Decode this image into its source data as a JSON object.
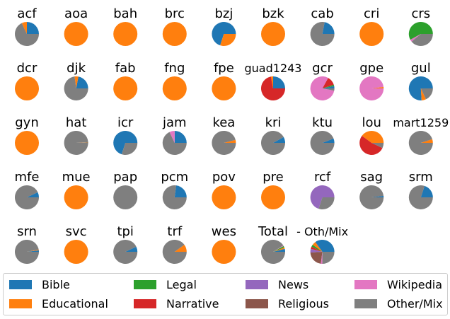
{
  "colors": {
    "Bible": "#1f77b4",
    "Educational": "#ff7f0e",
    "Legal": "#2ca02c",
    "Narrative": "#d62728",
    "News": "#9467bd",
    "Religious": "#8c564b",
    "Wikipedia": "#e377c2",
    "Other/Mix": "#7f7f7f"
  },
  "chart_data": {
    "type": "pie",
    "categories": [
      "Bible",
      "Educational",
      "Legal",
      "Narrative",
      "News",
      "Religious",
      "Wikipedia",
      "Other/Mix"
    ],
    "legend": [
      "Bible",
      "Educational",
      "Legal",
      "Narrative",
      "News",
      "Religious",
      "Wikipedia",
      "Other/Mix"
    ],
    "legend_position": "bottom",
    "pies": [
      {
        "label": "acf",
        "values": [
          0.25,
          0.07,
          0,
          0,
          0,
          0,
          0,
          0.68
        ]
      },
      {
        "label": "aoa",
        "values": [
          0,
          1,
          0,
          0,
          0,
          0,
          0,
          0
        ]
      },
      {
        "label": "bah",
        "values": [
          0,
          1,
          0,
          0,
          0,
          0,
          0,
          0
        ]
      },
      {
        "label": "brc",
        "values": [
          0,
          1,
          0,
          0,
          0,
          0,
          0,
          0
        ]
      },
      {
        "label": "bzj",
        "values": [
          0.7,
          0.3,
          0,
          0,
          0,
          0,
          0,
          0
        ]
      },
      {
        "label": "bzk",
        "values": [
          0,
          1,
          0,
          0,
          0,
          0,
          0,
          0
        ]
      },
      {
        "label": "cab",
        "values": [
          0.22,
          0,
          0,
          0,
          0,
          0,
          0,
          0.78
        ]
      },
      {
        "label": "cri",
        "values": [
          0,
          1,
          0,
          0,
          0,
          0,
          0,
          0
        ]
      },
      {
        "label": "crs",
        "values": [
          0,
          0,
          0.58,
          0,
          0,
          0,
          0.03,
          0.39
        ]
      },
      {
        "label": "dcr",
        "values": [
          0,
          1,
          0,
          0,
          0,
          0,
          0,
          0
        ]
      },
      {
        "label": "djk",
        "values": [
          0.22,
          0.05,
          0,
          0,
          0,
          0,
          0,
          0.73
        ]
      },
      {
        "label": "fab",
        "values": [
          0,
          1,
          0,
          0,
          0,
          0,
          0,
          0
        ]
      },
      {
        "label": "fng",
        "values": [
          0,
          1,
          0,
          0,
          0,
          0,
          0,
          0
        ]
      },
      {
        "label": "fpe",
        "values": [
          0,
          1,
          0,
          0,
          0,
          0,
          0,
          0
        ]
      },
      {
        "label": "guad1243",
        "values": [
          0.25,
          0.03,
          0,
          0.72,
          0,
          0,
          0,
          0
        ]
      },
      {
        "label": "gcr",
        "values": [
          0.03,
          0,
          0.02,
          0.12,
          0,
          0,
          0.8,
          0.03
        ]
      },
      {
        "label": "gpe",
        "values": [
          0,
          0.02,
          0,
          0,
          0,
          0,
          0.98,
          0
        ]
      },
      {
        "label": "gul",
        "values": [
          0.76,
          0.06,
          0,
          0,
          0,
          0,
          0,
          0.18
        ]
      },
      {
        "label": "gyn",
        "values": [
          0,
          1,
          0,
          0,
          0,
          0,
          0,
          0
        ]
      },
      {
        "label": "hat",
        "values": [
          0.005,
          0.005,
          0,
          0,
          0,
          0,
          0,
          0.99
        ]
      },
      {
        "label": "icr",
        "values": [
          0.7,
          0,
          0,
          0,
          0,
          0,
          0,
          0.3
        ]
      },
      {
        "label": "jam",
        "values": [
          0.25,
          0,
          0,
          0,
          0,
          0,
          0.07,
          0.68
        ]
      },
      {
        "label": "kea",
        "values": [
          0,
          0.04,
          0,
          0,
          0,
          0,
          0,
          0.96
        ]
      },
      {
        "label": "kri",
        "values": [
          0.08,
          0,
          0,
          0,
          0,
          0,
          0,
          0.92
        ]
      },
      {
        "label": "ktu",
        "values": [
          0.06,
          0,
          0,
          0,
          0,
          0,
          0,
          0.94
        ]
      },
      {
        "label": "lou",
        "values": [
          0,
          0.4,
          0,
          0.53,
          0,
          0,
          0,
          0.07
        ]
      },
      {
        "label": "mart1259",
        "values": [
          0,
          0.05,
          0,
          0,
          0,
          0,
          0,
          0.95
        ]
      },
      {
        "label": "mfe",
        "values": [
          0.07,
          0,
          0,
          0,
          0,
          0,
          0,
          0.93
        ]
      },
      {
        "label": "mue",
        "values": [
          0,
          1,
          0,
          0,
          0,
          0,
          0,
          0
        ]
      },
      {
        "label": "pap",
        "values": [
          0,
          0,
          0,
          0,
          0,
          0,
          0,
          1
        ]
      },
      {
        "label": "pcm",
        "values": [
          0.23,
          0,
          0,
          0,
          0,
          0,
          0,
          0.77
        ]
      },
      {
        "label": "pov",
        "values": [
          0,
          1,
          0,
          0,
          0,
          0,
          0,
          0
        ]
      },
      {
        "label": "pre",
        "values": [
          0,
          1,
          0,
          0,
          0,
          0,
          0,
          0
        ]
      },
      {
        "label": "rcf",
        "values": [
          0,
          0,
          0,
          0,
          0.7,
          0,
          0,
          0.3
        ]
      },
      {
        "label": "sag",
        "values": [
          0.02,
          0,
          0,
          0,
          0,
          0,
          0,
          0.98
        ]
      },
      {
        "label": "srm",
        "values": [
          0.2,
          0,
          0,
          0,
          0,
          0,
          0,
          0.8
        ]
      },
      {
        "label": "srn",
        "values": [
          0.02,
          0.01,
          0,
          0,
          0,
          0,
          0,
          0.97
        ]
      },
      {
        "label": "svc",
        "values": [
          0,
          1,
          0,
          0,
          0,
          0,
          0,
          0
        ]
      },
      {
        "label": "tpi",
        "values": [
          0.07,
          0,
          0,
          0,
          0,
          0,
          0,
          0.93
        ]
      },
      {
        "label": "trf",
        "values": [
          0,
          0.1,
          0,
          0,
          0,
          0,
          0,
          0.9
        ]
      },
      {
        "label": "wes",
        "values": [
          0,
          1,
          0,
          0,
          0,
          0,
          0,
          0
        ]
      },
      {
        "label": "Total",
        "values": [
          0.04,
          0.02,
          0.02,
          0,
          0,
          0,
          0.01,
          0.91
        ]
      },
      {
        "label": "- Oth/Mix",
        "values": [
          0.35,
          0.05,
          0.03,
          0.03,
          0.05,
          0.22,
          0.02,
          0.25
        ]
      }
    ]
  }
}
